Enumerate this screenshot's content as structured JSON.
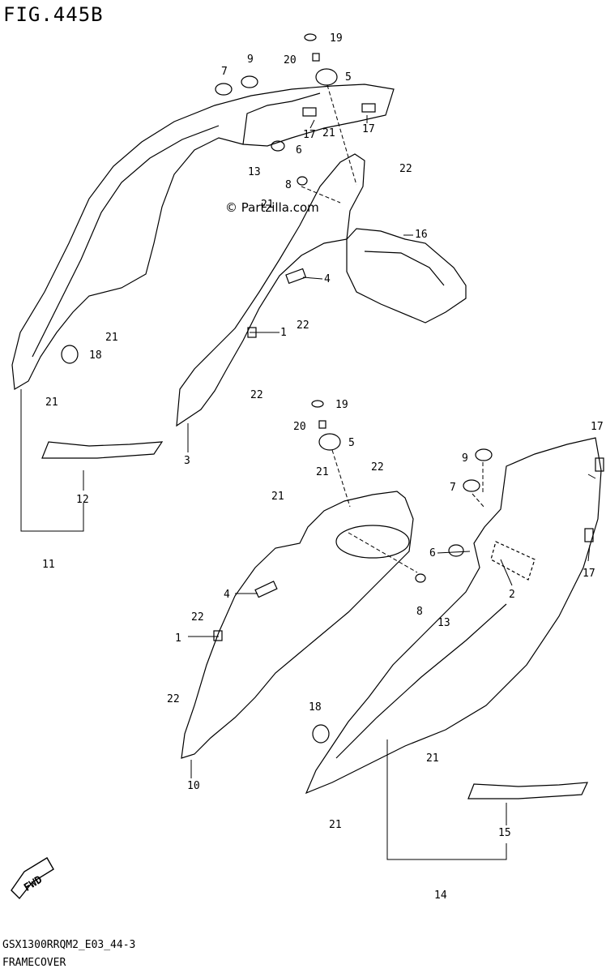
{
  "figure": {
    "title": "FIG.445B",
    "code": "GSX1300RRQM2_E03_44-3",
    "name": "FRAMECOVER",
    "watermark": "© Partzilla.com",
    "fwd": "FWD"
  },
  "callouts": [
    {
      "id": "c19a",
      "num": "19"
    },
    {
      "id": "c20a",
      "num": "20"
    },
    {
      "id": "c7a",
      "num": "7"
    },
    {
      "id": "c9a",
      "num": "9"
    },
    {
      "id": "c5a",
      "num": "5"
    },
    {
      "id": "c17a",
      "num": "17"
    },
    {
      "id": "c17b",
      "num": "17"
    },
    {
      "id": "c21a",
      "num": "21"
    },
    {
      "id": "c6a",
      "num": "6"
    },
    {
      "id": "c13a",
      "num": "13"
    },
    {
      "id": "c8a",
      "num": "8"
    },
    {
      "id": "c22a",
      "num": "22"
    },
    {
      "id": "c21b",
      "num": "21"
    },
    {
      "id": "c16",
      "num": "16"
    },
    {
      "id": "c4a",
      "num": "4"
    },
    {
      "id": "c22b",
      "num": "22"
    },
    {
      "id": "c1a",
      "num": "1"
    },
    {
      "id": "c21c",
      "num": "21"
    },
    {
      "id": "c18a",
      "num": "18"
    },
    {
      "id": "c21d",
      "num": "21"
    },
    {
      "id": "c22c",
      "num": "22"
    },
    {
      "id": "c3",
      "num": "3"
    },
    {
      "id": "c12",
      "num": "12"
    },
    {
      "id": "c11",
      "num": "11"
    },
    {
      "id": "c19b",
      "num": "19"
    },
    {
      "id": "c20b",
      "num": "20"
    },
    {
      "id": "c5b",
      "num": "5"
    },
    {
      "id": "c21e",
      "num": "21"
    },
    {
      "id": "c22d",
      "num": "22"
    },
    {
      "id": "c21f",
      "num": "21"
    },
    {
      "id": "c17c",
      "num": "17"
    },
    {
      "id": "c9b",
      "num": "9"
    },
    {
      "id": "c7b",
      "num": "7"
    },
    {
      "id": "c6b",
      "num": "6"
    },
    {
      "id": "c2",
      "num": "2"
    },
    {
      "id": "c17d",
      "num": "17"
    },
    {
      "id": "c4b",
      "num": "4"
    },
    {
      "id": "c8b",
      "num": "8"
    },
    {
      "id": "c13b",
      "num": "13"
    },
    {
      "id": "c22e",
      "num": "22"
    },
    {
      "id": "c1b",
      "num": "1"
    },
    {
      "id": "c22f",
      "num": "22"
    },
    {
      "id": "c18b",
      "num": "18"
    },
    {
      "id": "c21g",
      "num": "21"
    },
    {
      "id": "c10",
      "num": "10"
    },
    {
      "id": "c21h",
      "num": "21"
    },
    {
      "id": "c15",
      "num": "15"
    },
    {
      "id": "c14",
      "num": "14"
    }
  ]
}
